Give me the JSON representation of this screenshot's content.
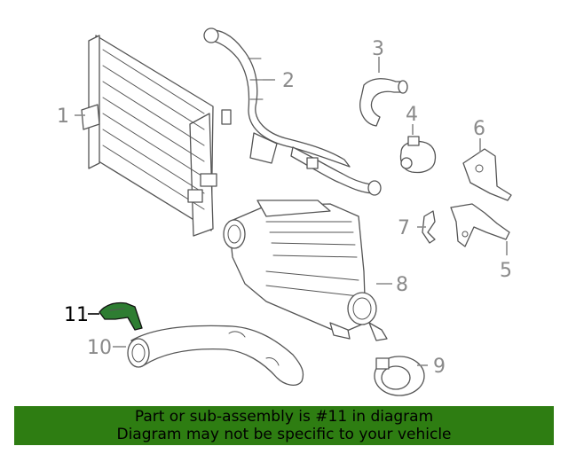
{
  "diagram": {
    "highlight_color": "#2e7d32",
    "callouts": [
      {
        "id": "1",
        "label": "1"
      },
      {
        "id": "2",
        "label": "2"
      },
      {
        "id": "3",
        "label": "3"
      },
      {
        "id": "4",
        "label": "4"
      },
      {
        "id": "5",
        "label": "5"
      },
      {
        "id": "6",
        "label": "6"
      },
      {
        "id": "7",
        "label": "7"
      },
      {
        "id": "8",
        "label": "8"
      },
      {
        "id": "9",
        "label": "9"
      },
      {
        "id": "10",
        "label": "10"
      },
      {
        "id": "11",
        "label": "11"
      }
    ],
    "highlighted_callout": "11"
  },
  "banner": {
    "line1": "Part or sub-assembly is #11 in diagram",
    "line2": "Diagram may not be specific to your vehicle",
    "color": "#2e7d12"
  }
}
